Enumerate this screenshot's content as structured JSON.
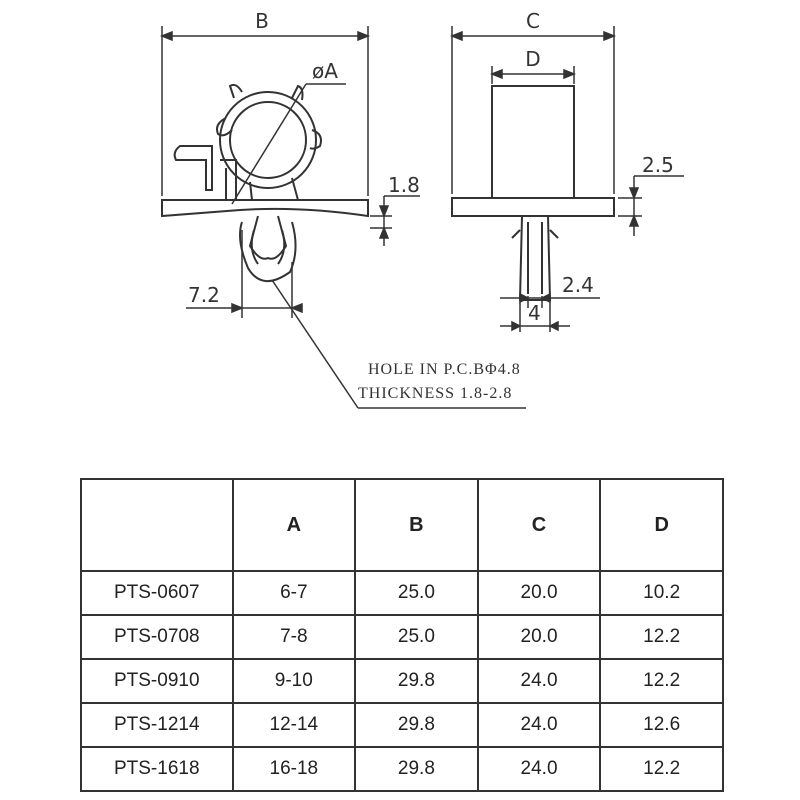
{
  "drawing": {
    "dims": {
      "B": "B",
      "C": "C",
      "D": "D",
      "A": "øA",
      "d18": "1.8",
      "d25": "2.5",
      "d72": "7.2",
      "d24": "2.4",
      "d4": "4"
    },
    "notes": {
      "line1": "HOLE IN P.C.BΦ4.8",
      "line2": "THICKNESS 1.8-2.8"
    },
    "stroke_color": "#333333"
  },
  "table": {
    "headers": [
      "",
      "A",
      "B",
      "C",
      "D"
    ],
    "rows": [
      [
        "PTS-0607",
        "6-7",
        "25.0",
        "20.0",
        "10.2"
      ],
      [
        "PTS-0708",
        "7-8",
        "25.0",
        "20.0",
        "12.2"
      ],
      [
        "PTS-0910",
        "9-10",
        "29.8",
        "24.0",
        "12.2"
      ],
      [
        "PTS-1214",
        "12-14",
        "29.8",
        "24.0",
        "12.6"
      ],
      [
        "PTS-1618",
        "16-18",
        "29.8",
        "24.0",
        "12.2"
      ]
    ]
  }
}
